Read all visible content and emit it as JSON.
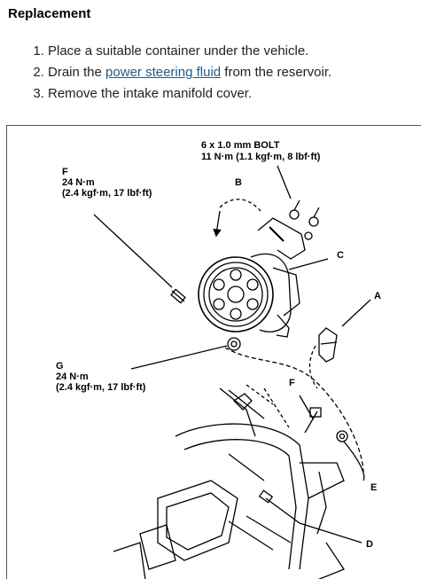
{
  "section": {
    "title": "Replacement"
  },
  "steps": [
    {
      "number": 1,
      "text": "Place a suitable container under the vehicle."
    },
    {
      "number": 2,
      "text_before": "Drain the ",
      "link_text": "power steering fluid",
      "text_after": " from the reservoir."
    },
    {
      "number": 3,
      "text": "Remove the intake manifold cover."
    }
  ],
  "diagram": {
    "bolt_spec": {
      "line1": "6 x 1.0 mm BOLT",
      "line2": "11 N·m (1.1 kgf·m, 8 lbf·ft)"
    },
    "label_b": "B",
    "label_c": "C",
    "label_a": "A",
    "label_f_top": {
      "letter": "F",
      "line1": "24 N·m",
      "line2": "(2.4 kgf·m, 17 lbf·ft)"
    },
    "label_g": {
      "letter": "G",
      "line1": "24 N·m",
      "line2": "(2.4 kgf·m, 17 lbf·ft)"
    },
    "label_f_lower": "F",
    "label_e": "E",
    "label_d": "D"
  }
}
